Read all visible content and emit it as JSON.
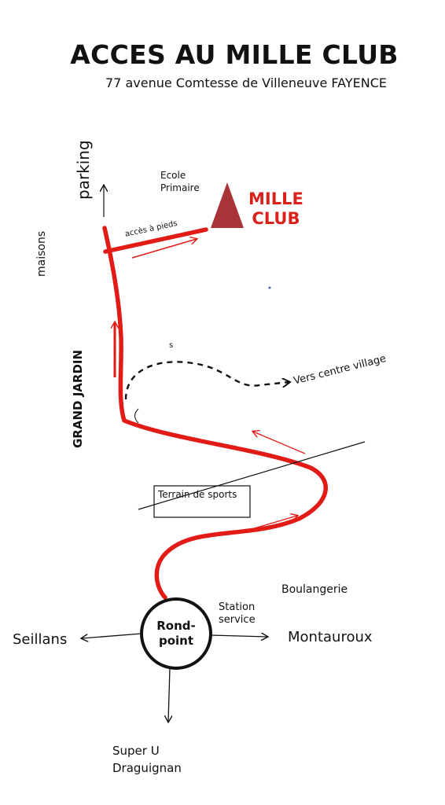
{
  "title": "ACCES AU MILLE CLUB",
  "address": "77 avenue Comtesse de Villeneuve  FAYENCE",
  "labels": {
    "parking": "parking",
    "maisons": "maisons",
    "ecole_line1": "Ecole",
    "ecole_line2": "Primaire",
    "mille_line1": "MILLE",
    "mille_line2": "CLUB",
    "acces_pieds": "accès à pieds",
    "grand_jardin": "GRAND JARDIN",
    "s_mark": "s",
    "vers_centre": "Vers centre village",
    "terrain": "Terrain de sports",
    "boulangerie": "Boulangerie",
    "station_line1": "Station",
    "station_line2": "service",
    "rond_line1": "Rond-",
    "rond_line2": "point",
    "seillans": "Seillans",
    "montauroux": "Montauroux",
    "superu_line1": "Super U",
    "superu_line2": "Draguignan"
  },
  "colors": {
    "road": "#e21b17",
    "marker": "#a8343a",
    "ink": "#111111"
  }
}
